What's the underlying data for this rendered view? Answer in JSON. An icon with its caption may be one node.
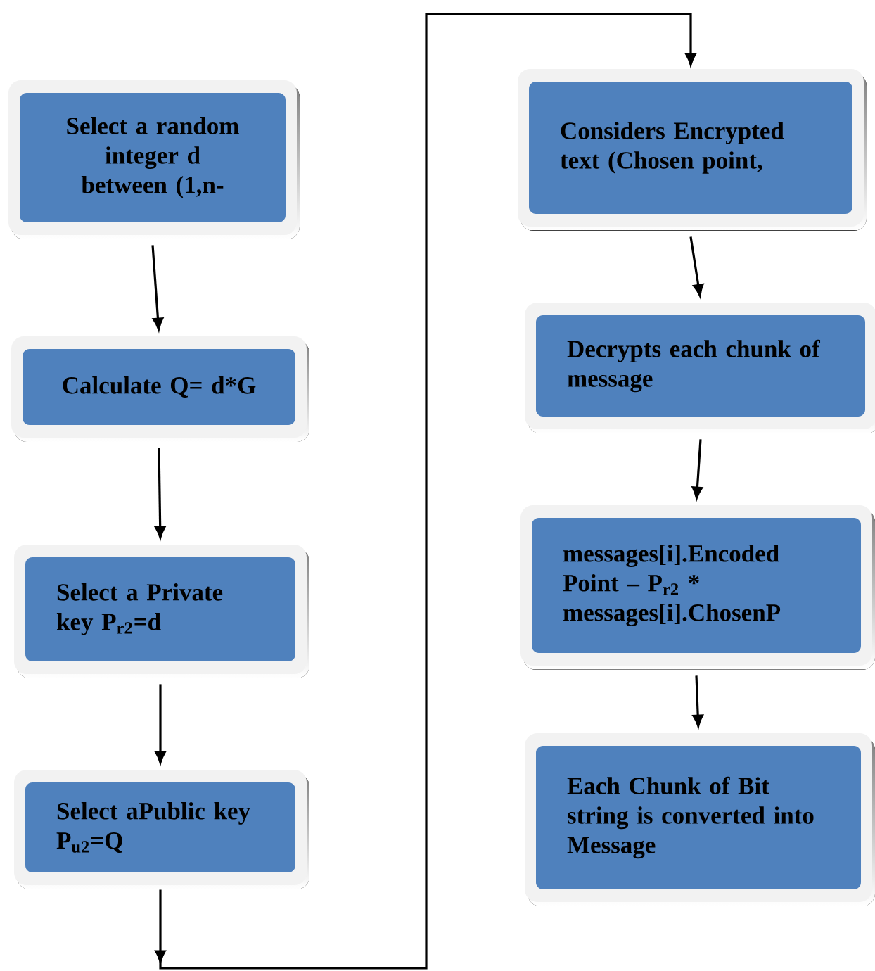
{
  "diagram": {
    "nodes": [
      {
        "text": [
          "Select a random integer d between (1,n-"
        ]
      },
      {
        "text": [
          "Calculate Q= d*G"
        ]
      },
      {
        "text": [
          "Select a Private key P$_{r2}$=d"
        ]
      },
      {
        "text": [
          "Select aPublic key P$_{u2}$=Q"
        ]
      },
      {
        "text": [
          "Considers Encrypted text (Chosen point,"
        ]
      },
      {
        "text": [
          "Decrypts each chunk of message"
        ]
      },
      {
        "text": [
          "messages[i].Encoded Point – P$_{r2}$ * messages[i].ChosenP"
        ]
      },
      {
        "text": [
          "Each Chunk of Bit string is converted into Message"
        ]
      }
    ],
    "edges": [
      {
        "from": 0,
        "to": 1,
        "arrow": "to"
      },
      {
        "from": 1,
        "to": 2,
        "arrow": "to"
      },
      {
        "from": 2,
        "to": 3,
        "arrow": "to"
      },
      {
        "from": 3,
        "to": 4,
        "arrow": "to"
      },
      {
        "from": 4,
        "to": 5,
        "arrow": "to"
      },
      {
        "from": 5,
        "to": 6,
        "arrow": "to"
      },
      {
        "from": 6,
        "to": 7,
        "arrow": "to"
      }
    ]
  }
}
